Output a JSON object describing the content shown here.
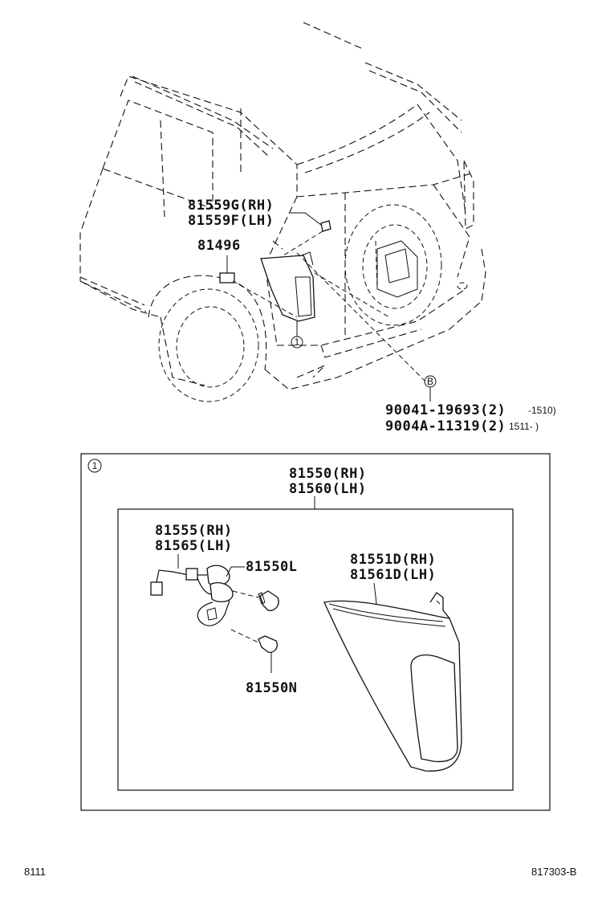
{
  "top_labels": {
    "p81559g": "81559G(RH)",
    "p81559f": "81559F(LH)",
    "p81496": "81496",
    "p90041": "90041-19693(2)",
    "p90041_range": "-1510)",
    "p9004a": "9004A-11319(2)",
    "p9004a_range": "1511-    )",
    "callout_b": "B",
    "callout_1": "1"
  },
  "box": {
    "index_marker": "1",
    "assy_rh": "81550(RH)",
    "assy_lh": "81560(LH)",
    "socket_rh": "81555(RH)",
    "socket_lh": "81565(LH)",
    "bulb_l": "81550L",
    "bulb_n": "81550N",
    "lens_rh": "81551D(RH)",
    "lens_lh": "81561D(LH)"
  },
  "footer": {
    "left_code": "8111",
    "right_code": "817303-B"
  }
}
